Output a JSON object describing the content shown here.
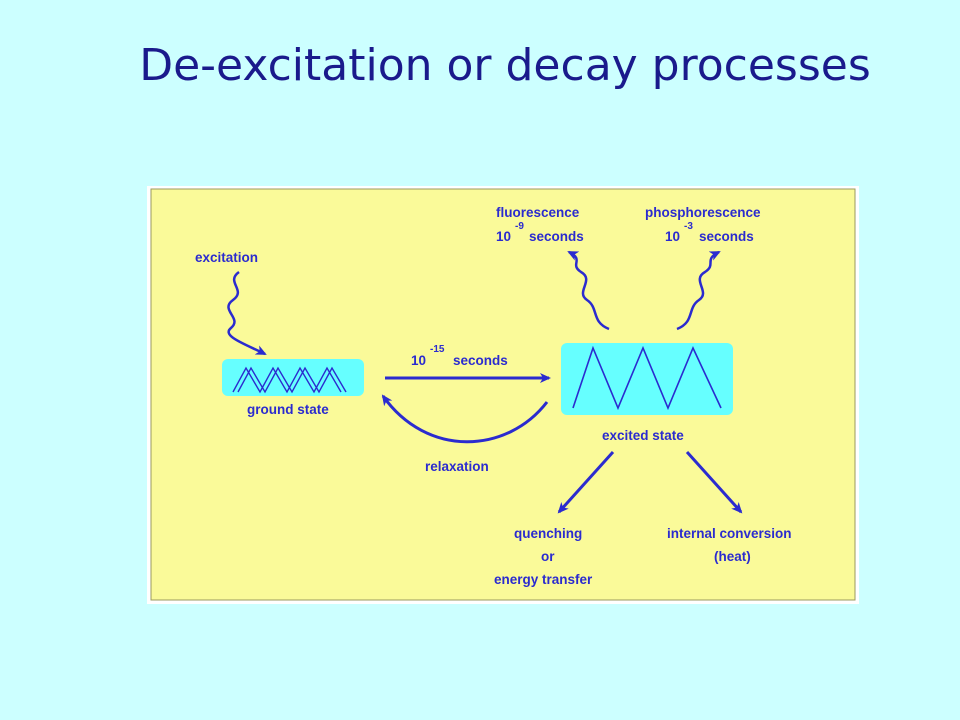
{
  "title": "De-excitation or decay processes",
  "colors": {
    "background": "#ccffff",
    "title": "#1a1a8c",
    "panel": "#fafa99",
    "ink": "#2b2bcf",
    "state_box": "#66ffff"
  },
  "diagram": {
    "excitation": "excitation",
    "ground_state": "ground state",
    "excited_state": "excited state",
    "transfer": {
      "base": "10",
      "exponent": "-15",
      "unit": "seconds"
    },
    "relaxation": "relaxation",
    "fluorescence": {
      "label": "fluorescence",
      "base": "10",
      "exponent": "-9",
      "unit": "seconds"
    },
    "phosphorescence": {
      "label": "phosphorescence",
      "base": "10",
      "exponent": "-3",
      "unit": "seconds"
    },
    "quenching": {
      "line1": "quenching",
      "line2": "or",
      "line3": "energy transfer"
    },
    "internal_conversion": {
      "line1": "internal conversion",
      "line2": "(heat)"
    }
  }
}
